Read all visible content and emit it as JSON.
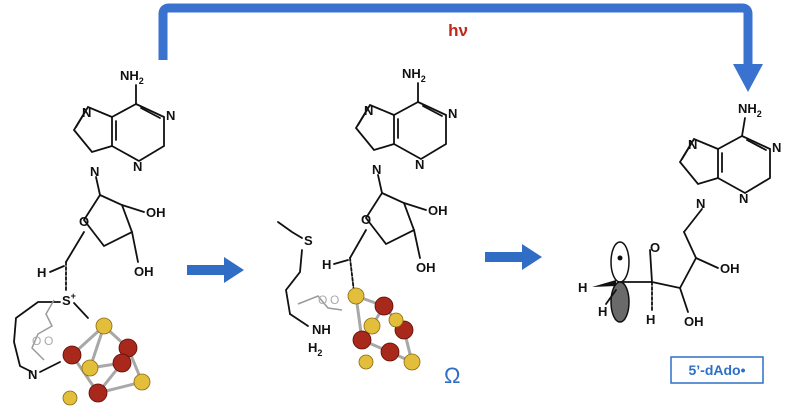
{
  "colors": {
    "arrow": "#3a72d0",
    "hv_label": "#c0281a",
    "omega_label": "#2e6fc6",
    "dado_label": "#2e6fc6",
    "iron": "#a8281b",
    "sulfur": "#e2be3a"
  },
  "labels": {
    "hv": "hν",
    "omega": "Ω",
    "dado": "5’-dAdo•"
  },
  "atoms": {
    "nh2": "NH",
    "nh2_sub": "2",
    "n": "N",
    "o": "O",
    "oh": "OH",
    "h": "H",
    "s": "S",
    "s_plus": "S",
    "plus": "+",
    "o_small": "O",
    "nh": "NH",
    "h2": "H",
    "h2_sub": "2"
  }
}
